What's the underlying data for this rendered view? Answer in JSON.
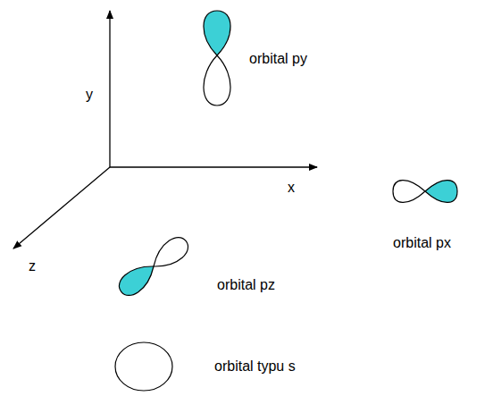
{
  "diagram": {
    "labels": [
      "y",
      "x",
      "z",
      "orbital py",
      "orbital px",
      "orbital pz",
      "orbital typu s"
    ]
  }
}
